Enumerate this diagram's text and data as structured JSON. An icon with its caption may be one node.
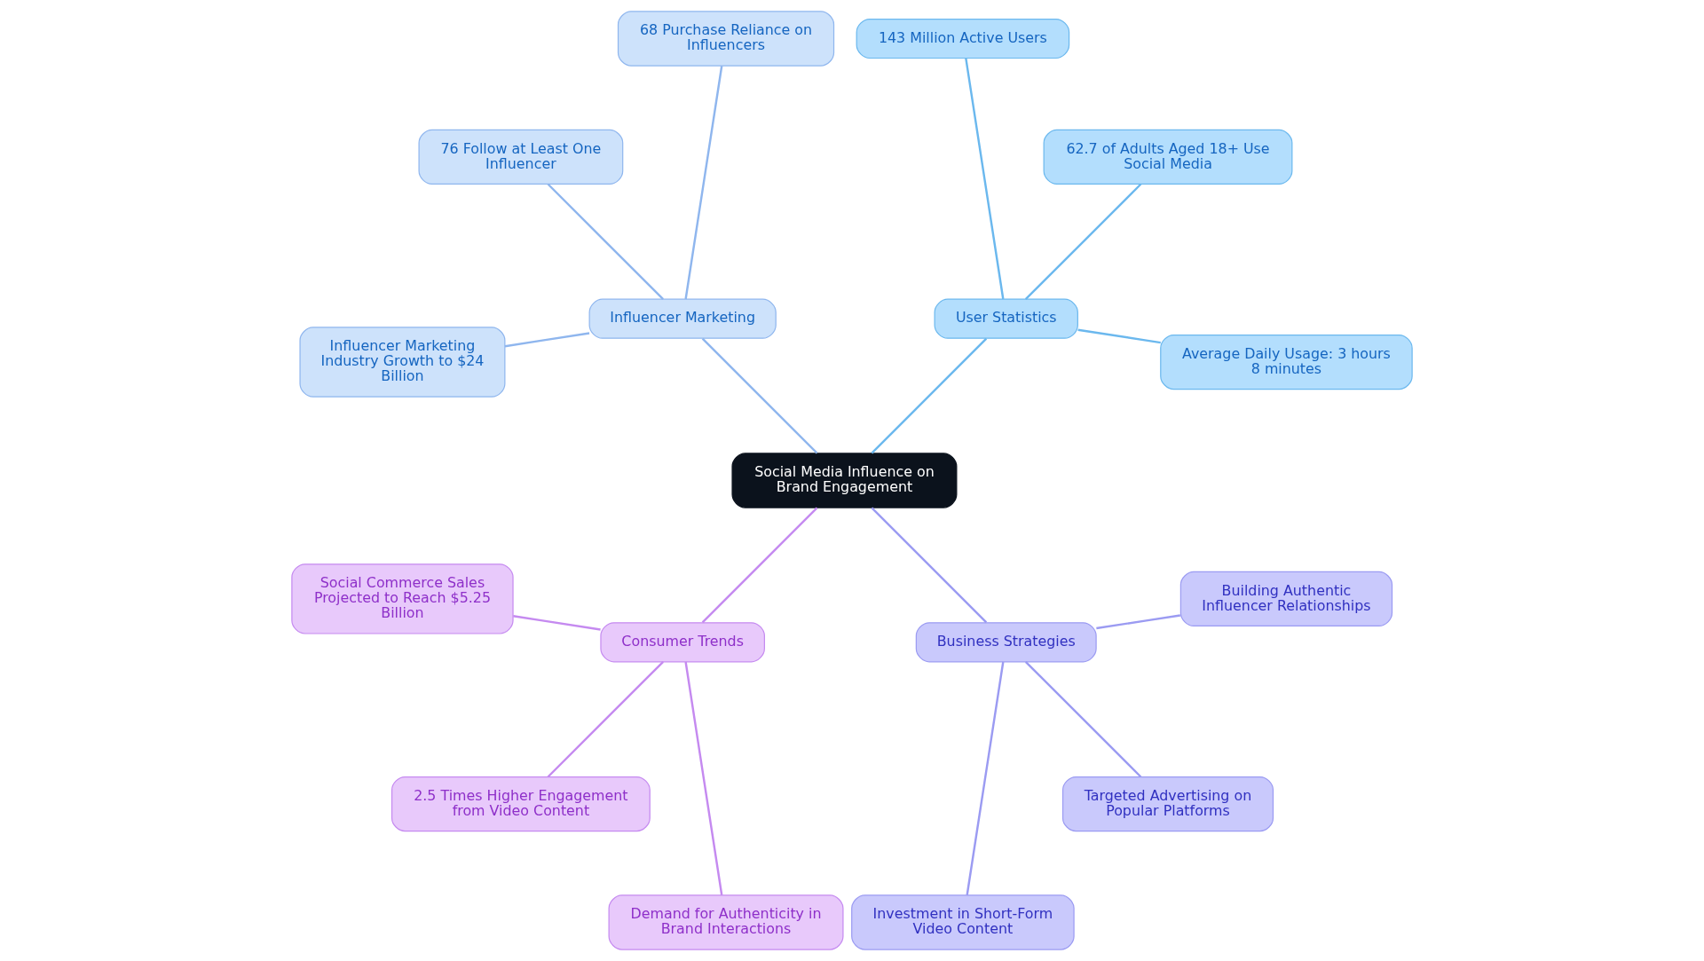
{
  "diagram": {
    "nodes": [
      {
        "text": [
          "Social Media Influence on Brand Engagement"
        ]
      },
      {
        "text": [
          "User Statistics"
        ]
      },
      {
        "text": [
          "Average Daily Usage: 3 hours 8 minutes"
        ]
      },
      {
        "text": [
          "62.7 of Adults Aged 18+ Use Social Media"
        ]
      },
      {
        "text": [
          "143 Million Active Users"
        ]
      },
      {
        "text": [
          "Influencer Marketing"
        ]
      },
      {
        "text": [
          "68 Purchase Reliance on Influencers"
        ]
      },
      {
        "text": [
          "76 Follow at Least One Influencer"
        ]
      },
      {
        "text": [
          "Influencer Marketing Industry Growth to $24 Billion"
        ]
      },
      {
        "text": [
          "Consumer Trends"
        ]
      },
      {
        "text": [
          "Social Commerce Sales Projected to Reach $5.25 Billion"
        ]
      },
      {
        "text": [
          "2.5 Times Higher Engagement from Video Content"
        ]
      },
      {
        "text": [
          "Demand for Authenticity in Brand Interactions"
        ]
      },
      {
        "text": [
          "Business Strategies"
        ]
      },
      {
        "text": [
          "Investment in Short-Form Video Content"
        ]
      },
      {
        "text": [
          "Targeted Advertising on Popular Platforms"
        ]
      },
      {
        "text": [
          "Building Authentic Influencer Relationships"
        ]
      }
    ],
    "edges": [
      {
        "from": 0,
        "to": 1,
        "arrow": "none",
        "color": "#6bb8ee"
      },
      {
        "from": 1,
        "to": 2,
        "arrow": "none",
        "color": "#6bb8ee"
      },
      {
        "from": 1,
        "to": 3,
        "arrow": "none",
        "color": "#6bb8ee"
      },
      {
        "from": 1,
        "to": 4,
        "arrow": "none",
        "color": "#6bb8ee"
      },
      {
        "from": 0,
        "to": 5,
        "arrow": "none",
        "color": "#8fb6ee"
      },
      {
        "from": 5,
        "to": 6,
        "arrow": "none",
        "color": "#8fb6ee"
      },
      {
        "from": 5,
        "to": 7,
        "arrow": "none",
        "color": "#8fb6ee"
      },
      {
        "from": 5,
        "to": 8,
        "arrow": "none",
        "color": "#8fb6ee"
      },
      {
        "from": 0,
        "to": 9,
        "arrow": "none",
        "color": "#c58af0"
      },
      {
        "from": 9,
        "to": 10,
        "arrow": "none",
        "color": "#c58af0"
      },
      {
        "from": 9,
        "to": 11,
        "arrow": "none",
        "color": "#c58af0"
      },
      {
        "from": 9,
        "to": 12,
        "arrow": "none",
        "color": "#c58af0"
      },
      {
        "from": 0,
        "to": 13,
        "arrow": "none",
        "color": "#9b9bf2"
      },
      {
        "from": 13,
        "to": 14,
        "arrow": "none",
        "color": "#9b9bf2"
      },
      {
        "from": 13,
        "to": 15,
        "arrow": "none",
        "color": "#9b9bf2"
      },
      {
        "from": 13,
        "to": 16,
        "arrow": "none",
        "color": "#9b9bf2"
      }
    ]
  }
}
